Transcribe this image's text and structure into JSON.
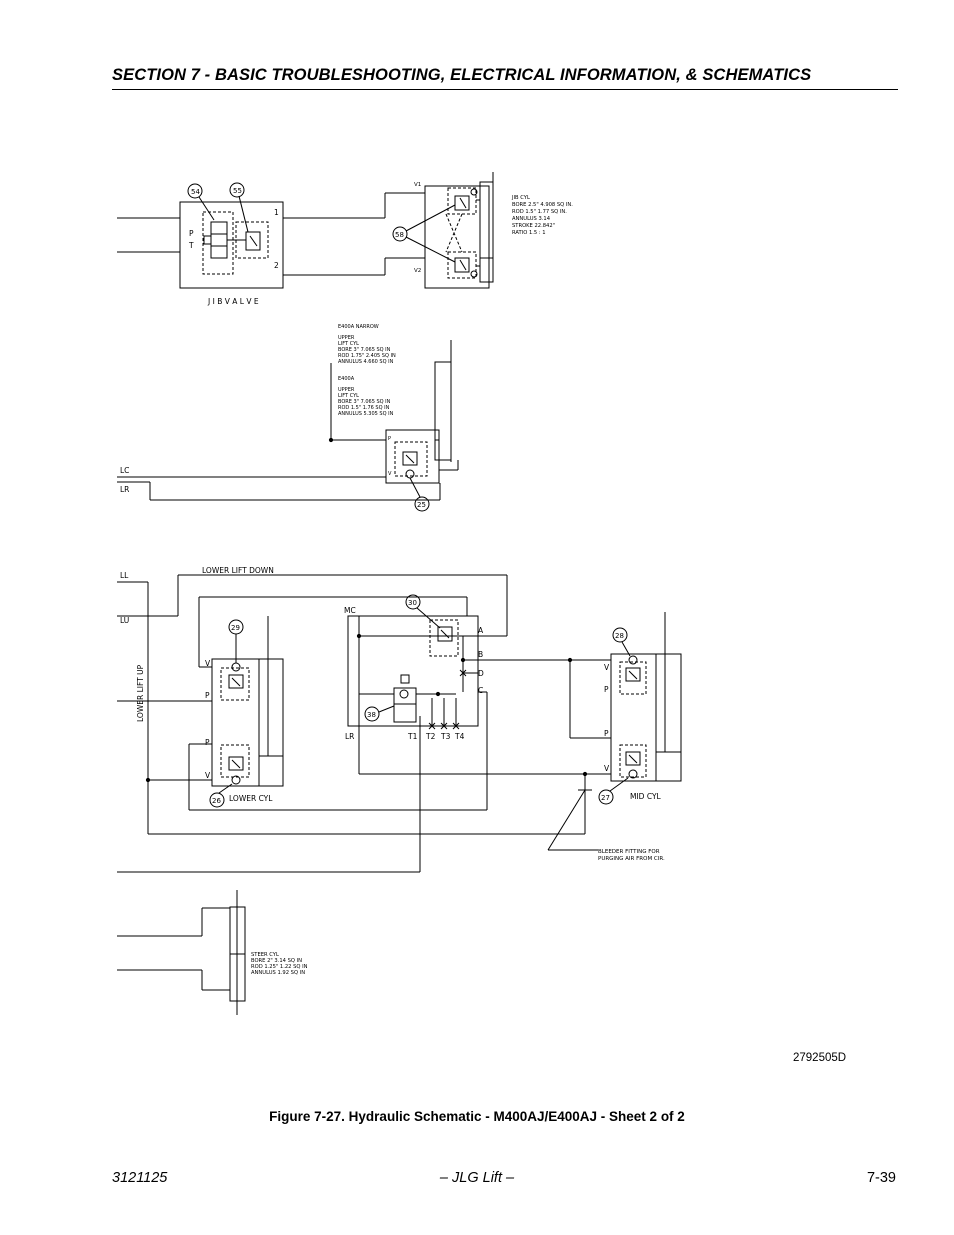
{
  "header": {
    "title": "SECTION 7 - BASIC TROUBLESHOOTING, ELECTRICAL INFORMATION, & SCHEMATICS"
  },
  "schematic": {
    "jib": {
      "valve_label": "J I B   V A L V E",
      "port_p": "P",
      "port_t": "T",
      "port_1": "1",
      "port_2": "2",
      "callout_54": "54",
      "callout_55": "55",
      "callout_58": "58",
      "v1": "V1",
      "v2": "V2",
      "cyl_specs": [
        "JIB CYL",
        "BORE 2.5\"  4.908 SQ IN.",
        "ROD 1.5\"   1.77 SQ IN.",
        "ANNULUS    3.14",
        "STROKE     22.842\"",
        "RATIO      1.5 : 1"
      ]
    },
    "upper": {
      "specs_narrow": [
        "E400A NARROW",
        "",
        "UPPER",
        "LIFT CYL",
        "BORE 3\"    7.065 SQ IN",
        "ROD 1.75\"  2.405 SQ IN",
        "ANNULUS    4.660 SQ IN"
      ],
      "specs_e400a": [
        "E400A",
        "",
        "UPPER",
        "LIFT CYL",
        "BORE 3\"    7.065 SQ IN",
        "ROD 1.5\"   1.76  SQ IN",
        "ANNULUS    5.305 SQ IN"
      ],
      "port_p": "P",
      "port_v": "V",
      "callout_25": "25",
      "line_lc": "LC",
      "line_lr": "LR"
    },
    "lower": {
      "line_ll": "LL",
      "line_lu": "LU",
      "lower_lift_down": "LOWER  LIFT  DOWN",
      "lower_lift_up": "LOWER  LIFT  UP",
      "mc": "MC",
      "lr": "LR",
      "port_a": "A",
      "port_b": "B",
      "port_c": "C",
      "port_d": "D",
      "t1": "T1",
      "t2": "T2",
      "t3": "T3",
      "t4": "T4",
      "callout_26": "26",
      "callout_27": "27",
      "callout_28": "28",
      "callout_29": "29",
      "callout_30": "30",
      "callout_38": "38",
      "lower_cyl": "LOWER  CYL",
      "mid_cyl": "MID  CYL",
      "port_v": "V",
      "port_p": "P",
      "bleeder": [
        "BLEEDER FITTING FOR",
        "PURGING AIR FROM CIR."
      ]
    },
    "steer": {
      "specs": [
        "STEER CYL",
        "BORE 2\"    3.14 SQ IN",
        "ROD 1.25\"  1.22 SQ IN",
        "ANNULUS    1.92 SQ IN"
      ]
    }
  },
  "drawing_number": "2792505D",
  "caption": "Figure 7-27.  Hydraulic Schematic - M400AJ/E400AJ - Sheet 2 of 2",
  "footer": {
    "doc_number": "3121125",
    "brand": "– JLG Lift –",
    "page": "7-39"
  }
}
